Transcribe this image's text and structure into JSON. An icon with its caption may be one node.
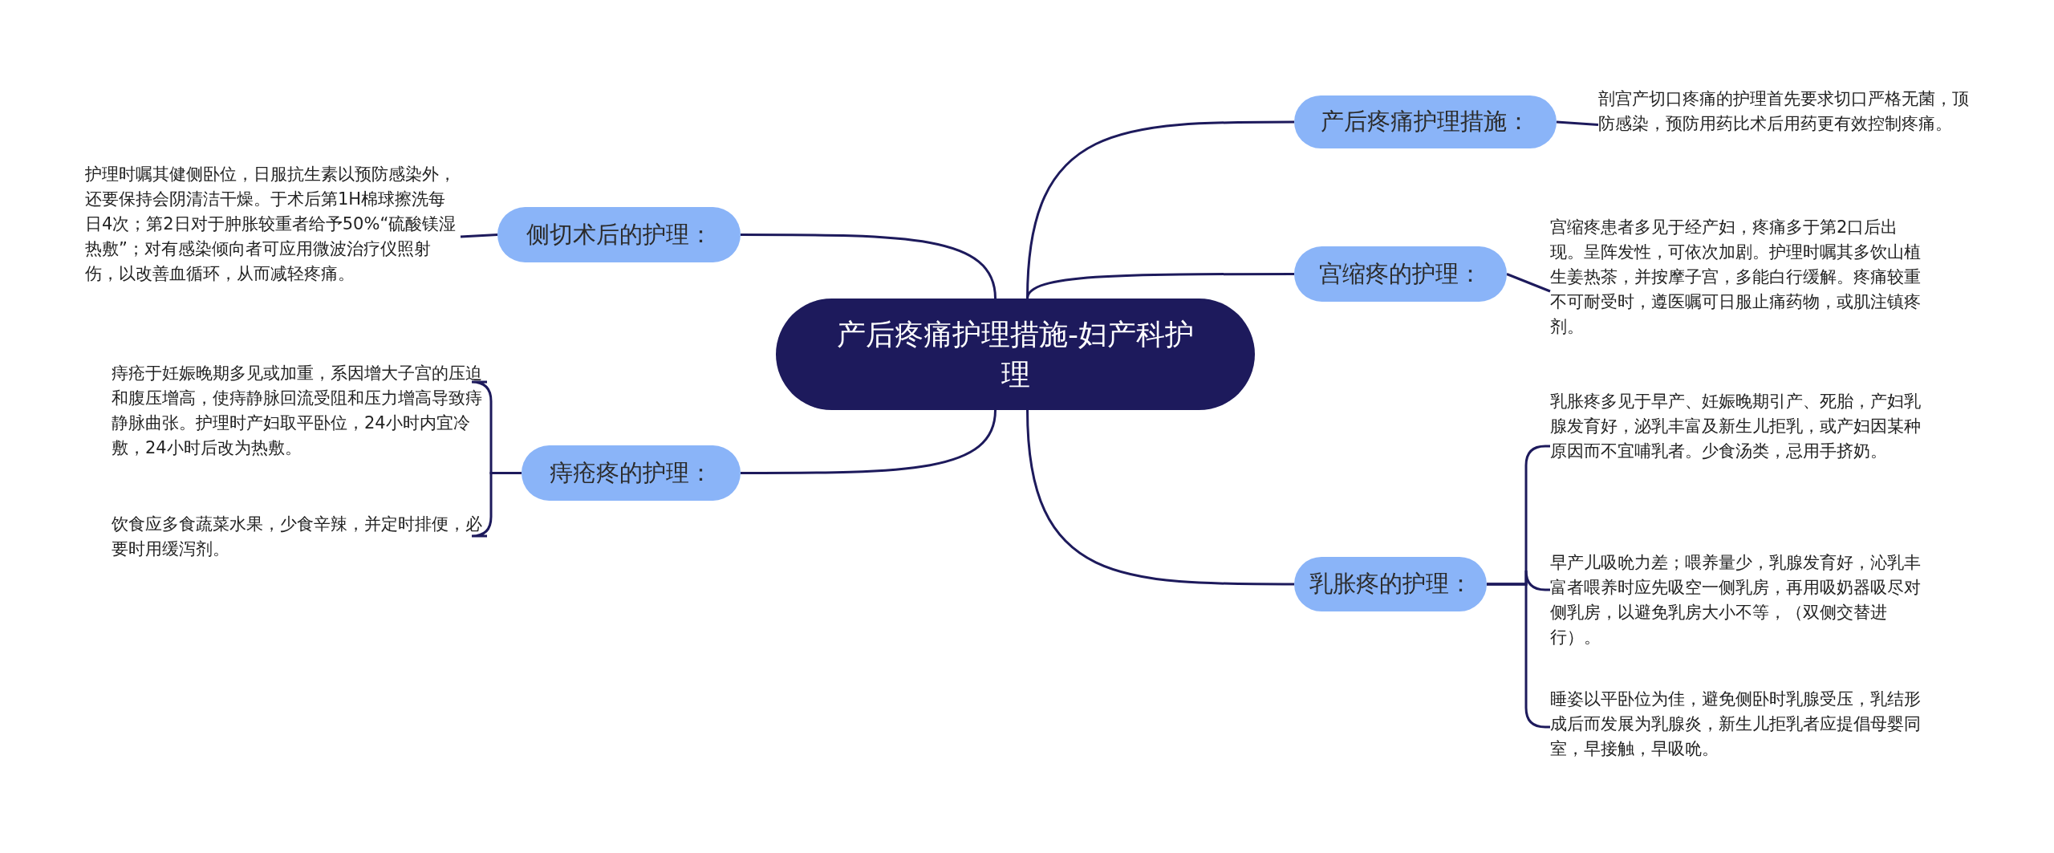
{
  "diagram": {
    "nodes": [
      {
        "text": [
          "产后疼痛护理措施-妇产科护理"
        ]
      },
      {
        "text": [
          "侧切术后的护理："
        ]
      },
      {
        "text": [
          "护理时嘱其健侧卧位，日服抗生素以预防感染外，还要保持会阴清洁干燥。于术后第1H棉球擦洗每日4次；第2日对于肿胀较重者给予50%“硫酸镁湿热敷”；对有感染倾向者可应用微波治疗仪照射伤，以改善血循环，从而减轻疼痛。"
        ]
      },
      {
        "text": [
          "痔疮疼的护理："
        ]
      },
      {
        "text": [
          "痔疮于妊娠晚期多见或加重，系因增大子宫的压迫和腹压增高，使痔静脉回流受阻和压力增高导致痔静脉曲张。护理时产妇取平卧位，24小时内宜冷敷，24小时后改为热敷。"
        ]
      },
      {
        "text": [
          "饮食应多食蔬菜水果，少食辛辣，并定时排便，必要时用缓泻剂。"
        ]
      },
      {
        "text": [
          "产后疼痛护理措施："
        ]
      },
      {
        "text": [
          "剖宫产切口疼痛的护理首先要求切口严格无菌，顶防感染，预防用药比术后用药更有效控制疼痛。"
        ]
      },
      {
        "text": [
          "宫缩疼的护理："
        ]
      },
      {
        "text": [
          "宫缩疼患者多见于经产妇，疼痛多于第2口后出现。呈阵发性，可依次加剧。护理时嘱其多饮山植生姜热茶，并按摩子宫，多能白行缓解。疼痛较重不可耐受时，遵医嘱可日服止痛药物，或肌注镇疼剂。"
        ]
      },
      {
        "text": [
          "乳胀疼的护理："
        ]
      },
      {
        "text": [
          "乳胀疼多见于早产、妊娠晚期引产、死胎，产妇乳腺发育好，泌乳丰富及新生儿拒乳，或产妇因某种原因而不宜哺乳者。少食汤类，忌用手挤奶。"
        ]
      },
      {
        "text": [
          "早产儿吸吮力差；喂养量少，乳腺发育好，沁乳丰富者喂养时应先吸空一侧乳房，再用吸奶器吸尽对侧乳房，以避免乳房大小不等，（双侧交替进行）。"
        ]
      },
      {
        "text": [
          "睡姿以平卧位为佳，避免侧卧时乳腺受压，乳结形成后而发展为乳腺炎，新生儿拒乳者应提倡母婴同室，早接触，早吸吮。"
        ]
      }
    ],
    "edges": [
      {
        "from": 0,
        "to": 1,
        "arrow": "none"
      },
      {
        "from": 1,
        "to": 2,
        "arrow": "none"
      },
      {
        "from": 0,
        "to": 3,
        "arrow": "none"
      },
      {
        "from": 3,
        "to": 4,
        "arrow": "none"
      },
      {
        "from": 3,
        "to": 5,
        "arrow": "none"
      },
      {
        "from": 0,
        "to": 6,
        "arrow": "none"
      },
      {
        "from": 6,
        "to": 7,
        "arrow": "none"
      },
      {
        "from": 0,
        "to": 8,
        "arrow": "none"
      },
      {
        "from": 8,
        "to": 9,
        "arrow": "none"
      },
      {
        "from": 0,
        "to": 10,
        "arrow": "none"
      },
      {
        "from": 10,
        "to": 11,
        "arrow": "none"
      },
      {
        "from": 10,
        "to": 12,
        "arrow": "none"
      },
      {
        "from": 10,
        "to": 13,
        "arrow": "none"
      }
    ]
  }
}
